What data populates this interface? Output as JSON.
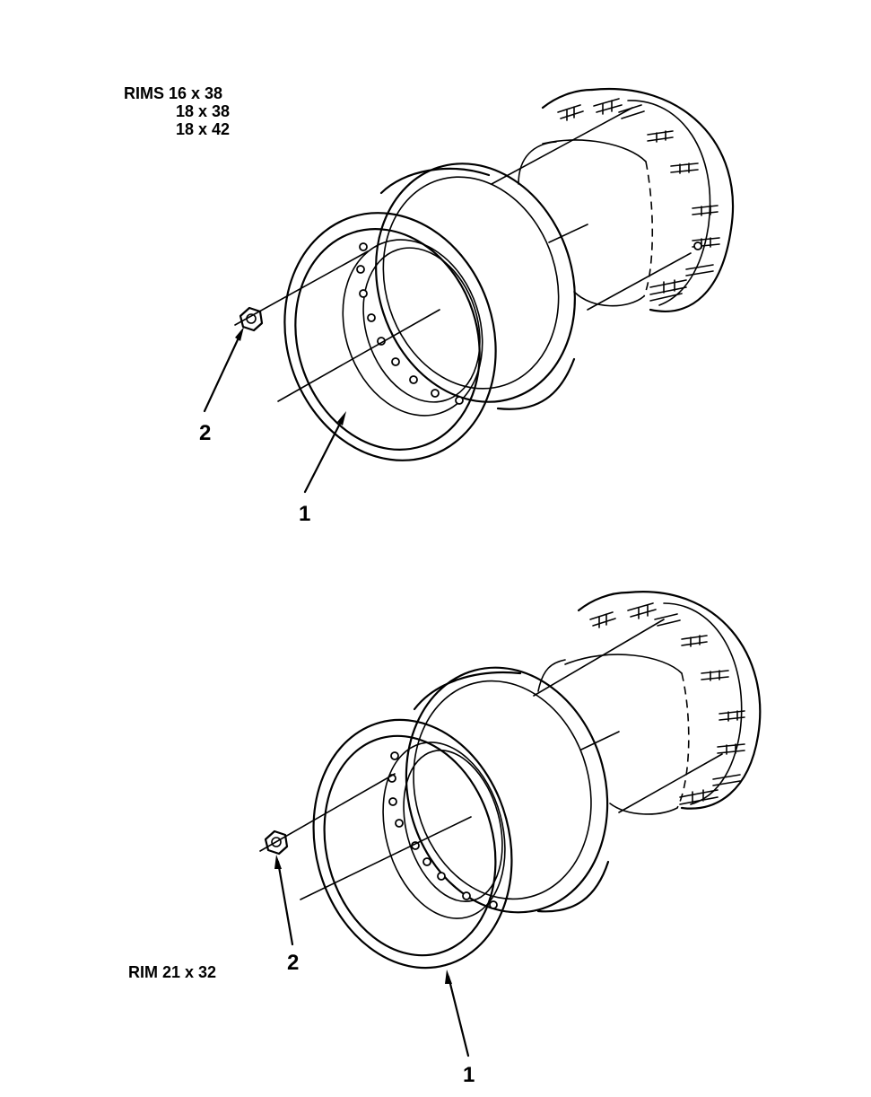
{
  "upper_assembly": {
    "rim_sizes": [
      "RIMS 16 x 38",
      "18 x 38",
      "18 x 42"
    ],
    "callouts": [
      "1",
      "2"
    ]
  },
  "lower_assembly": {
    "rim_sizes": [
      "RIM 21 x 32"
    ],
    "callouts": [
      "1",
      "2"
    ]
  }
}
